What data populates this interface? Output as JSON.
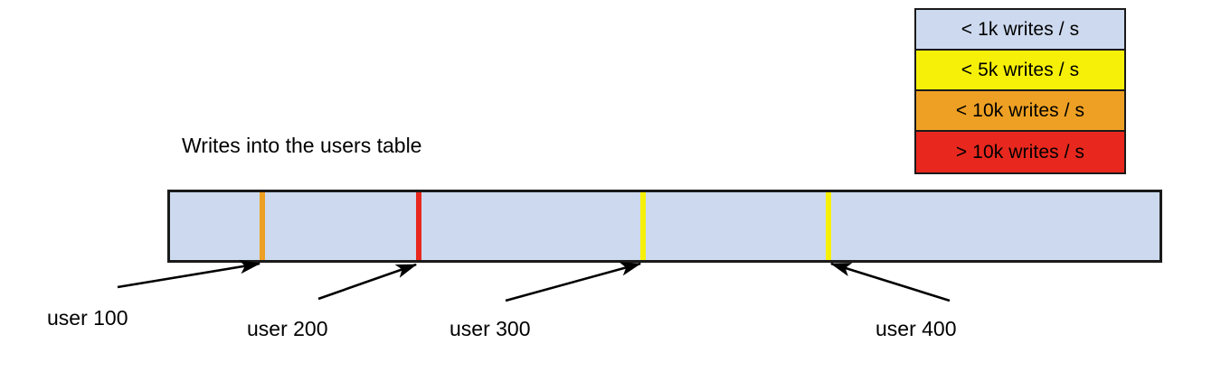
{
  "chart_data": {
    "type": "bar",
    "title": "Writes into the users table",
    "subtitle": "",
    "xlabel": "",
    "ylabel": "",
    "orientation": "horizontal",
    "description": "A single horizontal range bar representing the users table key range, colored by write rate. Narrow hot-spot stripes mark individual user keys.",
    "baseline_color": "#ccd9ee",
    "baseline_category": "< 1k writes / s",
    "categories": [
      "user 100",
      "user 200",
      "user 300",
      "user 400"
    ],
    "values": [
      "< 10k writes / s",
      "> 10k writes / s",
      "< 5k writes / s",
      "< 5k writes / s"
    ],
    "markers": [
      {
        "label": "user 100",
        "position_pct": 9.5,
        "color": "#eda023",
        "tier": "< 10k writes / s"
      },
      {
        "label": "user 200",
        "position_pct": 25.2,
        "color": "#e8281e",
        "tier": "> 10k writes / s"
      },
      {
        "label": "user 300",
        "position_pct": 47.7,
        "color": "#f6f009",
        "tier": "< 5k writes / s"
      },
      {
        "label": "user 400",
        "position_pct": 66.4,
        "color": "#f6f009",
        "tier": "< 5k writes / s"
      }
    ],
    "legend": {
      "position": "top-right",
      "entries": [
        {
          "label": "< 1k writes / s",
          "color": "#ccd9ee"
        },
        {
          "label": "< 5k writes / s",
          "color": "#f6f009"
        },
        {
          "label": "< 10k writes / s",
          "color": "#eda023"
        },
        {
          "label": "> 10k writes / s",
          "color": "#e8281e"
        }
      ]
    },
    "grid": false,
    "axis_visible": false
  },
  "legend": {
    "entries": [
      {
        "label": "< 1k writes / s",
        "color": "#ccd9ee"
      },
      {
        "label": "< 5k writes / s",
        "color": "#f6f009"
      },
      {
        "label": "< 10k writes / s",
        "color": "#eda023"
      },
      {
        "label": "> 10k writes / s",
        "color": "#e8281e"
      }
    ]
  },
  "diagram": {
    "title": "Writes into the users table",
    "bar": {
      "fill_color": "#ccd9ee",
      "border_color": "#1a1a1a"
    },
    "markers": [
      {
        "label": "user 100",
        "color": "#eda023"
      },
      {
        "label": "user 200",
        "color": "#e8281e"
      },
      {
        "label": "user 300",
        "color": "#f6f009"
      },
      {
        "label": "user 400",
        "color": "#f6f009"
      }
    ]
  }
}
